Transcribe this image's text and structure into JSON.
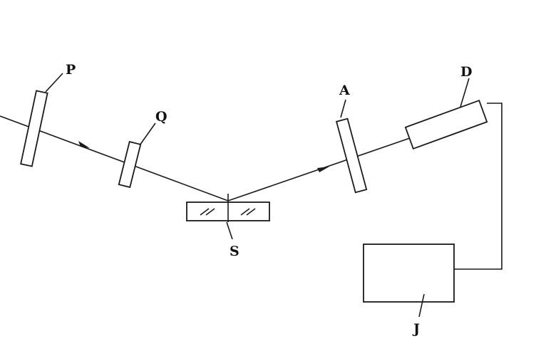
{
  "diagram": {
    "labels": {
      "polarizer": "P",
      "compensator": "Q",
      "sample": "S",
      "analyzer": "A",
      "detector": "D",
      "recorder": "J"
    }
  }
}
